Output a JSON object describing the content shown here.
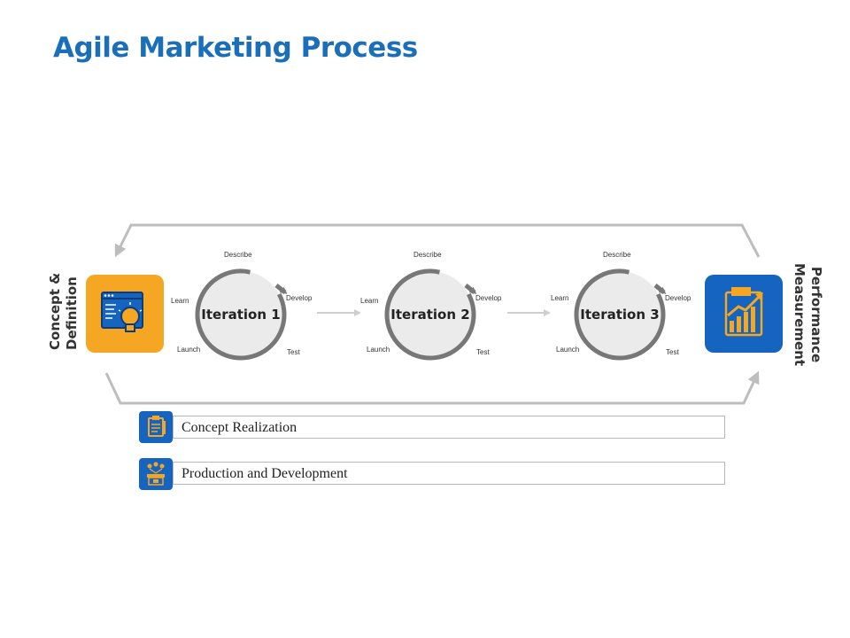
{
  "title": "Agile Marketing Process",
  "left_stage": {
    "label_line1": "Concept &",
    "label_line2": "Definition",
    "icon": "idea-bulb-icon"
  },
  "right_stage": {
    "label_line1": "Performance",
    "label_line2": "Measurement",
    "icon": "growth-chart-icon"
  },
  "iterations": [
    {
      "name": "Iteration  1",
      "describe": "Describe",
      "develop": "Develop",
      "test": "Test",
      "launch": "Launch",
      "learn": "Learn"
    },
    {
      "name": "Iteration  2",
      "describe": "Describe",
      "develop": "Develop",
      "test": "Test",
      "launch": "Launch",
      "learn": "Learn"
    },
    {
      "name": "Iteration  3",
      "describe": "Describe",
      "develop": "Develop",
      "test": "Test",
      "launch": "Launch",
      "learn": "Learn"
    }
  ],
  "bars": [
    {
      "label": "Concept Realization",
      "icon": "clipboard-icon"
    },
    {
      "label": "Production and Development",
      "icon": "team-desk-icon"
    }
  ],
  "colors": {
    "title": "#1a6fb8",
    "orange": "#f5a623",
    "blue": "#1565c0",
    "arrow": "#bdbdbd",
    "ring": "#777777"
  }
}
